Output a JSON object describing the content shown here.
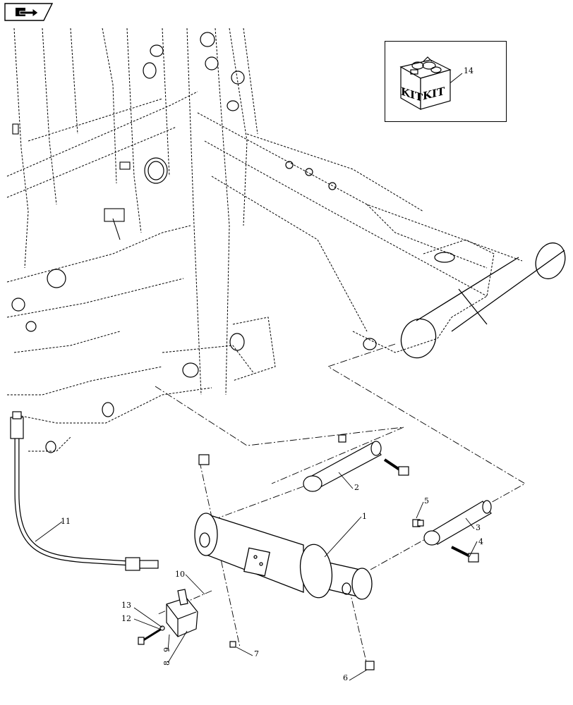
{
  "nav": {
    "icon": "page-back-arrow-icon"
  },
  "kit": {
    "label_left": "KIT",
    "label_right": "KIT"
  },
  "callouts": [
    {
      "id": "c1",
      "text": "1"
    },
    {
      "id": "c2",
      "text": "2"
    },
    {
      "id": "c3",
      "text": "3"
    },
    {
      "id": "c4",
      "text": "4"
    },
    {
      "id": "c5",
      "text": "5"
    },
    {
      "id": "c6",
      "text": "6"
    },
    {
      "id": "c7",
      "text": "7"
    },
    {
      "id": "c8",
      "text": "8"
    },
    {
      "id": "c9",
      "text": "9"
    },
    {
      "id": "c10",
      "text": "10"
    },
    {
      "id": "c11",
      "text": "11"
    },
    {
      "id": "c12",
      "text": "12"
    },
    {
      "id": "c13",
      "text": "13"
    },
    {
      "id": "c14",
      "text": "14"
    }
  ]
}
